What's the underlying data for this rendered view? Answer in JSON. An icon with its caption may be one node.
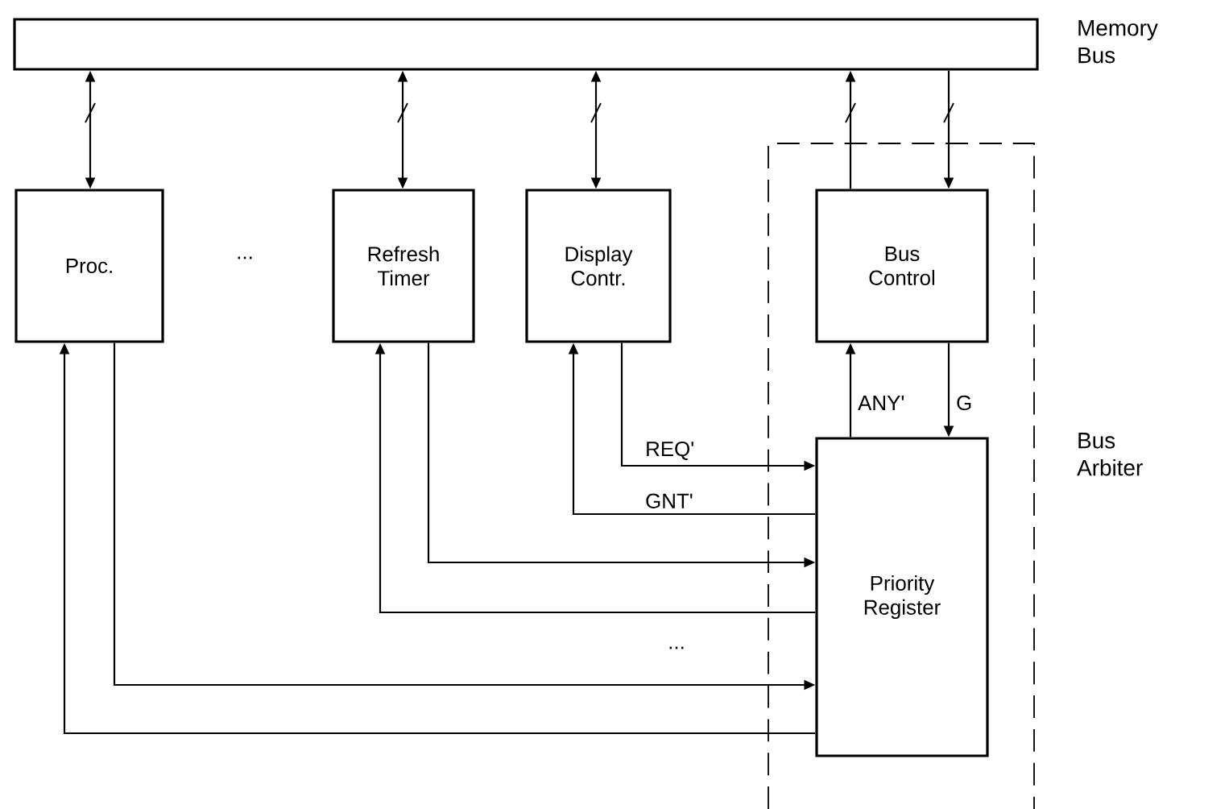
{
  "diagram": {
    "nodes": [
      {
        "text": [],
        "shape": "bar",
        "beside": [
          "Memory Bus"
        ]
      },
      {
        "text": [],
        "shape": "box",
        "beside": [
          "Bus Arbiter"
        ]
      },
      {
        "text": [
          "Proc."
        ]
      },
      {
        "text": [
          "Refresh Timer"
        ]
      },
      {
        "text": [
          "Display Contr."
        ]
      },
      {
        "text": [
          "Bus Control"
        ],
        "in": 1
      },
      {
        "text": [
          "Priority Register"
        ],
        "in": 1
      }
    ],
    "edges": [
      {
        "from": 0,
        "to": 2,
        "arrow": "both"
      },
      {
        "from": 0,
        "to": 3,
        "arrow": "both"
      },
      {
        "from": 0,
        "to": 4,
        "arrow": "both"
      },
      {
        "from": 5,
        "to": 0,
        "arrow": "to"
      },
      {
        "from": 0,
        "to": 5,
        "arrow": "to"
      },
      {
        "from": 6,
        "to": 5,
        "arrow": "to",
        "label": "ANY'"
      },
      {
        "from": 5,
        "to": 6,
        "arrow": "to",
        "label": "G"
      },
      {
        "from": 4,
        "to": 6,
        "arrow": "to",
        "label": "REQ'"
      },
      {
        "from": 6,
        "to": 4,
        "arrow": "to",
        "label": "GNT'"
      },
      {
        "from": 3,
        "to": 6,
        "arrow": "to"
      },
      {
        "from": 6,
        "to": 3,
        "arrow": "to"
      },
      {
        "from": 2,
        "to": 6,
        "arrow": "to"
      },
      {
        "from": 6,
        "to": 2,
        "arrow": "to"
      }
    ],
    "labels": [
      "...",
      "..."
    ]
  }
}
